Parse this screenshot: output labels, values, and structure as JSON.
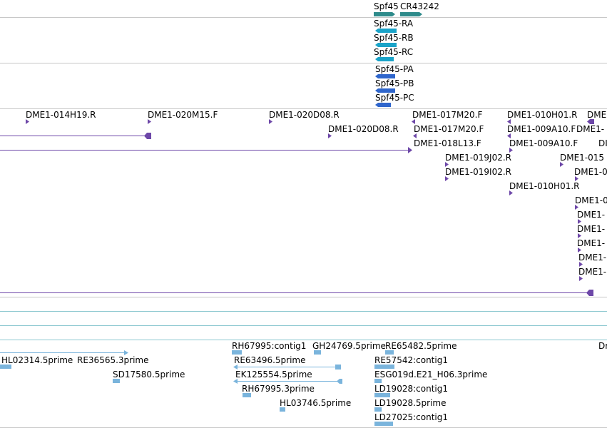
{
  "colors": {
    "gene": "#2e8b8b",
    "transcript": "#1aa3c8",
    "protein": "#2f66cc",
    "clone": "#6d47a8",
    "est": "#7ab4dc",
    "divider": "#c8c8c8",
    "divider_teal": "#8cc8d0"
  },
  "genes": {
    "items": [
      {
        "label": "Spf45"
      },
      {
        "label": "CR43242"
      }
    ]
  },
  "transcripts": {
    "items": [
      {
        "label": "Spf45-RA"
      },
      {
        "label": "Spf45-RB"
      },
      {
        "label": "Spf45-RC"
      }
    ]
  },
  "proteins": {
    "items": [
      {
        "label": "Spf45-PA"
      },
      {
        "label": "Spf45-PB"
      },
      {
        "label": "Spf45-PC"
      }
    ]
  },
  "clones": {
    "items": [
      {
        "label": "DME1-014H19.R"
      },
      {
        "label": "DME1-020M15.F"
      },
      {
        "label": "DME1-020D08.R"
      },
      {
        "label": "DME1-020D08.R"
      },
      {
        "label": "DME1-017M20.F"
      },
      {
        "label": "DME1-017M20.F"
      },
      {
        "label": "DME1-018L13.F"
      },
      {
        "label": "DME1-019J02.R"
      },
      {
        "label": "DME1-019I02.R"
      },
      {
        "label": "DME1-010H01.R"
      },
      {
        "label": "DME1-009A10.F"
      },
      {
        "label": "DME1-009A10.F"
      },
      {
        "label": "DME1-010H01.R"
      },
      {
        "label": "DME1-015"
      },
      {
        "label": "DME"
      },
      {
        "label": "DME1-"
      },
      {
        "label": "DI"
      },
      {
        "label": "DME1-0"
      },
      {
        "label": "DME1-0"
      },
      {
        "label": "DME1-"
      },
      {
        "label": "DME1-"
      },
      {
        "label": "DME1-"
      },
      {
        "label": "DME1-"
      },
      {
        "label": "DME1-"
      }
    ]
  },
  "ests": {
    "items": [
      {
        "label": "RH67995:contig1"
      },
      {
        "label": "GH24769.5prime"
      },
      {
        "label": "RE65482.5prime"
      },
      {
        "label": "HL02314.5prime"
      },
      {
        "label": "RE36565.3prime"
      },
      {
        "label": "RE63496.5prime"
      },
      {
        "label": "RE57542:contig1"
      },
      {
        "label": "SD17580.5prime"
      },
      {
        "label": "EK125554.5prime"
      },
      {
        "label": "ESG019d.E21_H06.3prime"
      },
      {
        "label": "RH67995.3prime"
      },
      {
        "label": "LD19028:contig1"
      },
      {
        "label": "HL03746.5prime"
      },
      {
        "label": "LD19028.5prime"
      },
      {
        "label": "LD27025:contig1"
      },
      {
        "label": "Dr"
      }
    ]
  }
}
